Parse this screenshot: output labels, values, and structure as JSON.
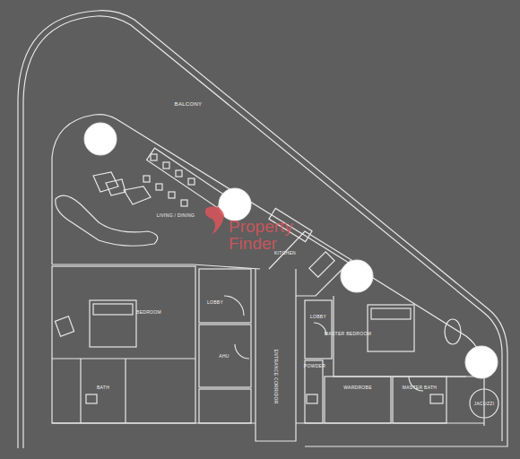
{
  "diagram": {
    "labels": [
      "BALCONY",
      "LIVING / DINING",
      "KITCHEN",
      "BEDROOM",
      "LOBBY",
      "AHU",
      "BATH",
      "ENTRANCE CORRIDOR",
      "LOBBY",
      "MASTER BEDROOM",
      "POWDER",
      "WARDROBE",
      "MASTER BATH",
      "JACUZZI",
      "Property Finder"
    ]
  }
}
